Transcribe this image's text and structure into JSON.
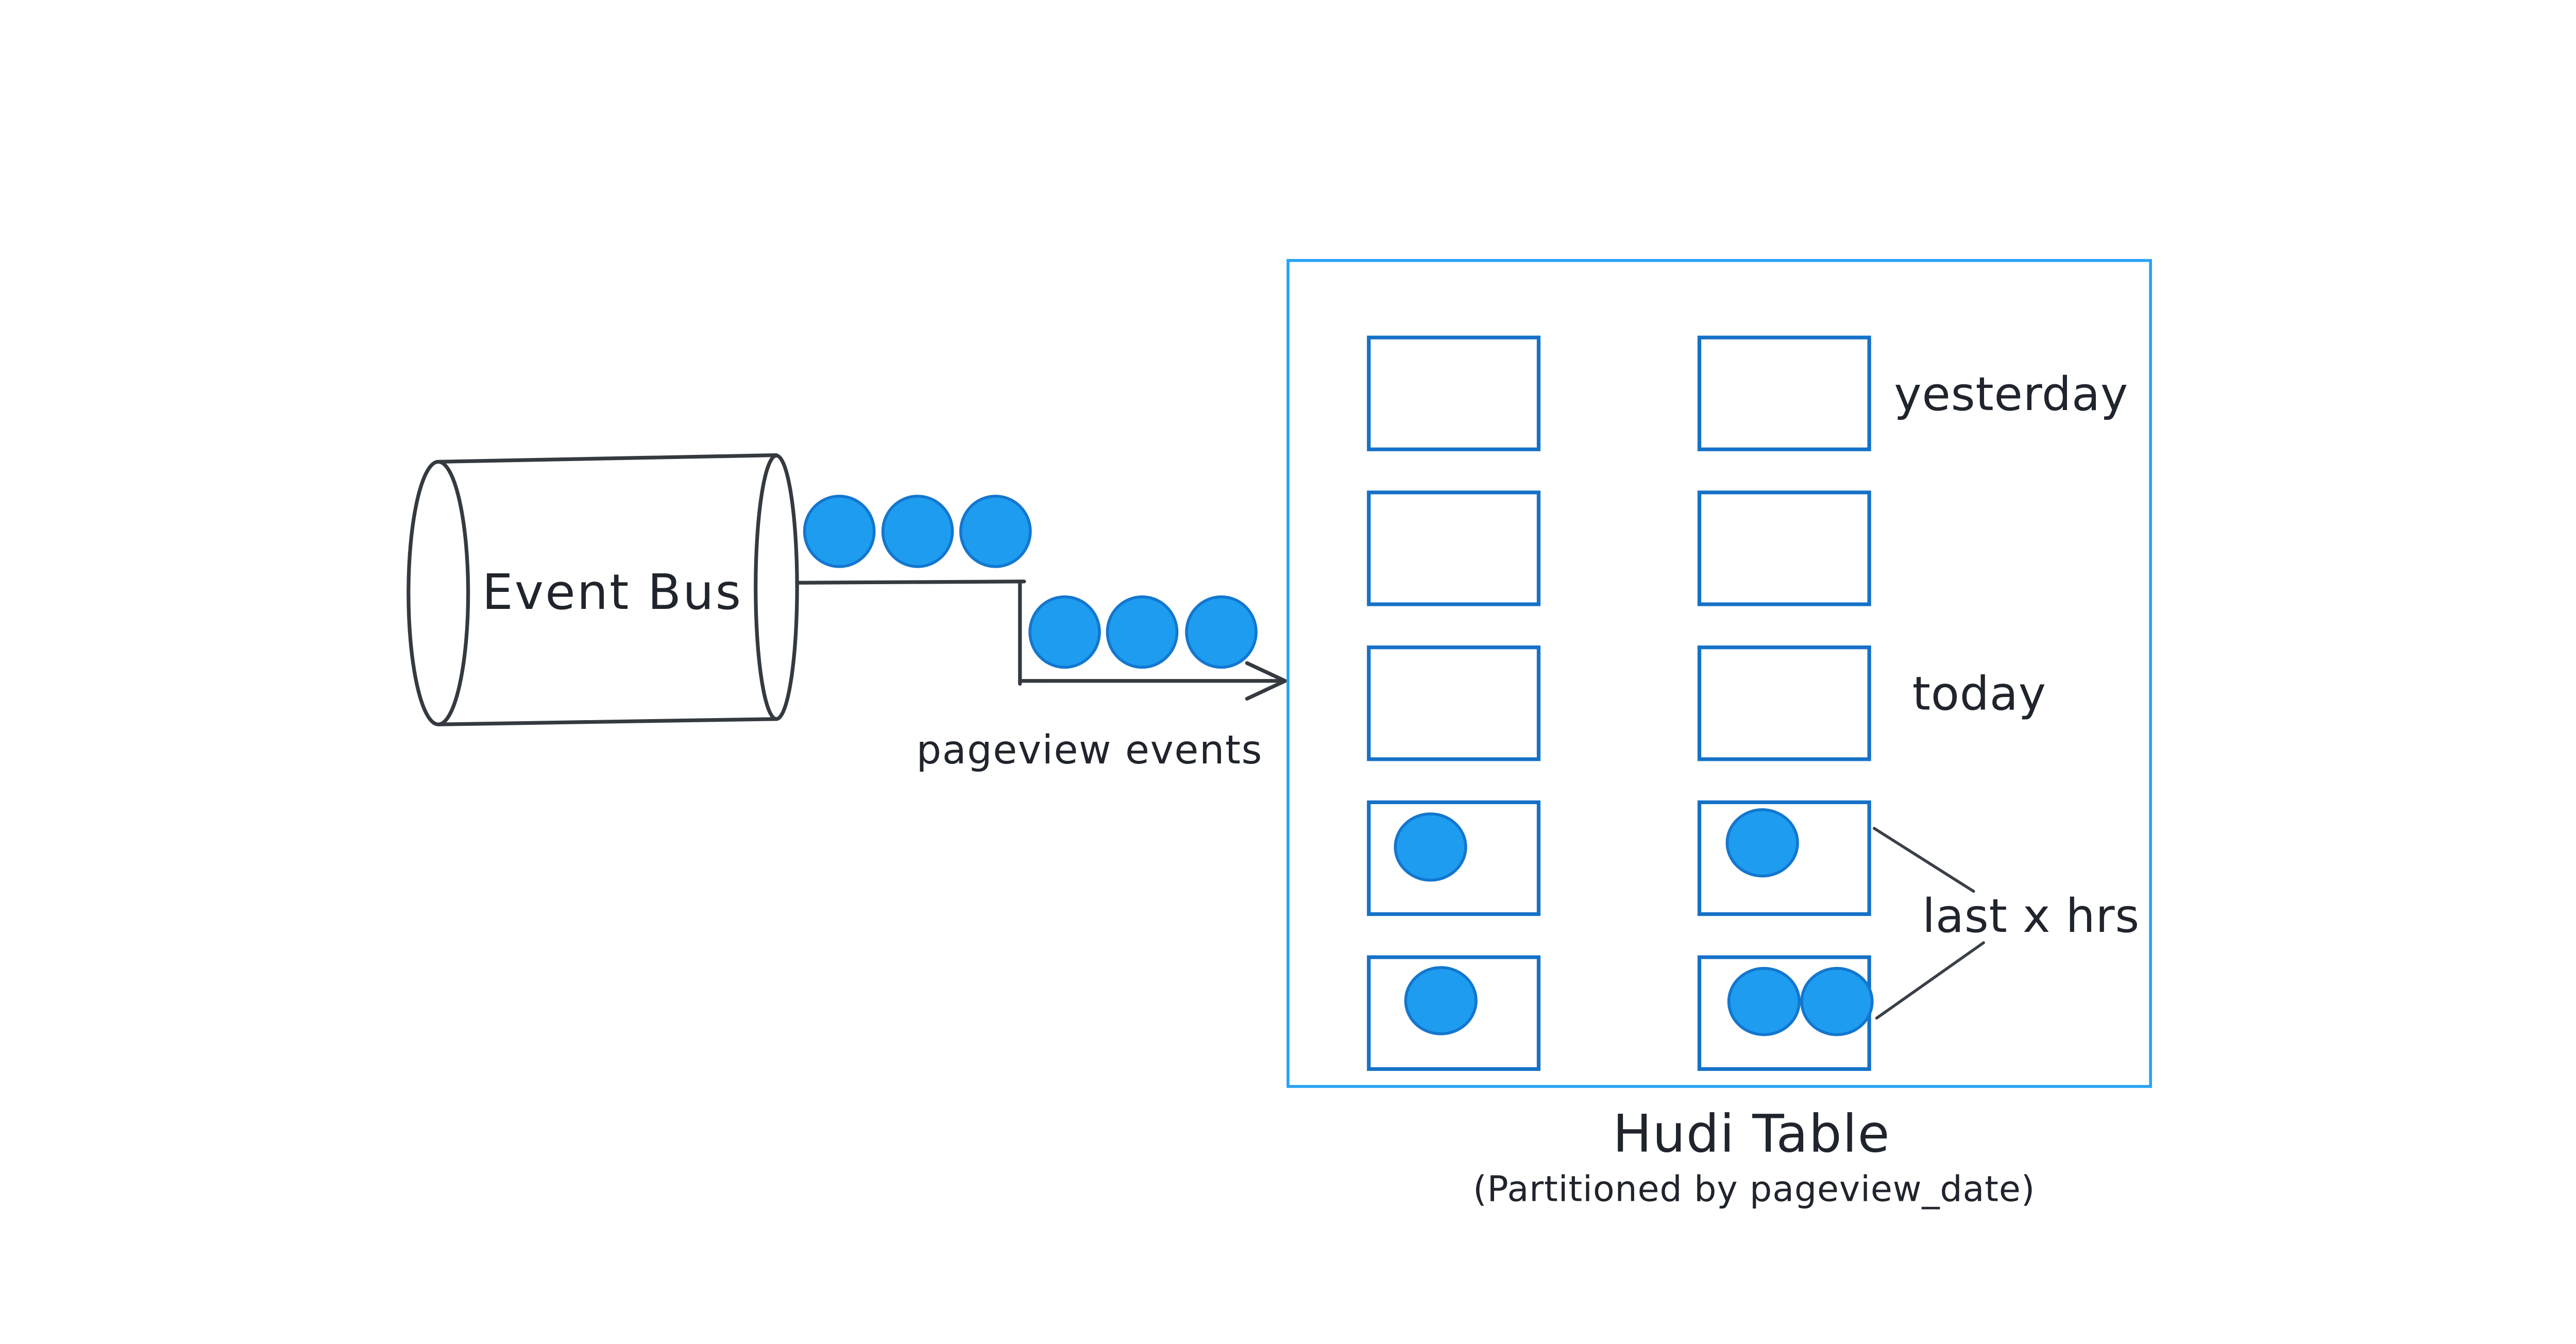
{
  "diagram": {
    "kind": "hand-drawn data-flow diagram",
    "event_bus": {
      "label": "Event Bus"
    },
    "stream": {
      "label": "pageview events",
      "upper_event_count": 3,
      "lower_event_count": 3
    },
    "hudi_table": {
      "title": "Hudi Table",
      "subtitle": "(Partitioned by pageview_date)",
      "row_labels": {
        "yesterday": "yesterday",
        "today": "today",
        "last_x_hrs": "last x hrs"
      },
      "grid": {
        "columns": 2,
        "rows": 5
      },
      "partition_events": {
        "row4_counts": [
          1,
          1
        ],
        "row5_counts": [
          1,
          2
        ]
      }
    },
    "colors": {
      "background": "#ffffff",
      "line_stroke": "#343a40",
      "text": "#20242c",
      "event_fill": "#1e9cf0",
      "event_stroke": "#1377cf",
      "partition_border": "#1571c7",
      "table_border": "#27a2f5"
    }
  }
}
